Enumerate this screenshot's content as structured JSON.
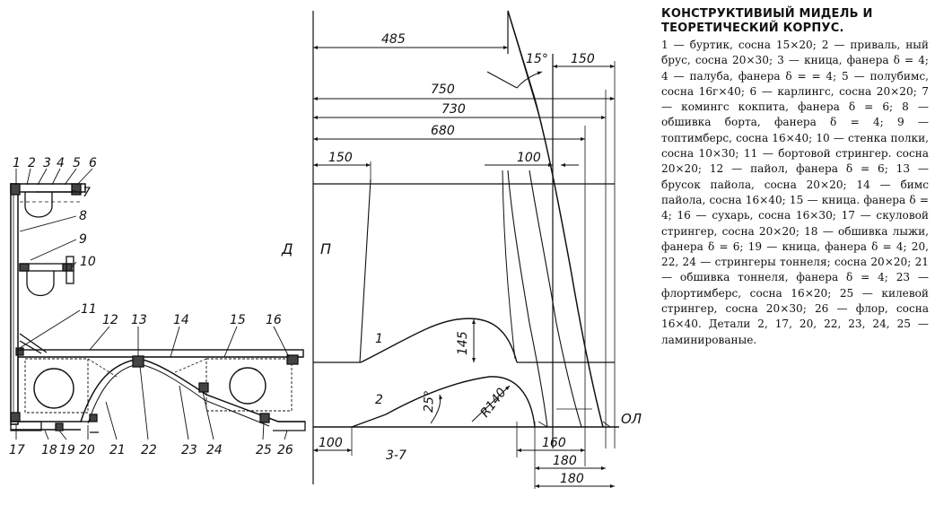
{
  "caption": {
    "title_line1": "КОНСТРУКТИВИЫЙ МИДЕЛЬ И",
    "title_line2": "ТЕОРЕТИЧЕСКИЙ КОРПУС.",
    "text": "1 — буртик, сосна 15×20; 2 — приваль, ный брус, сосна 20×30; 3 — кница, фанера δ = 4; 4 — палуба, фанера δ = = 4; 5 — полубимс, сосна 16г×40; 6 — карлингс, сосна 20×20; 7 — комингс кокпита, фанера δ = 6; 8 — обшивка борта, фанера δ = 4; 9 — топтимберс, сосна 16×40; 10 — стенка полки, сосна 10×30; 11 — бортовой стрингер. сосна 20×20; 12 — пайол, фанера δ = 6; 13 — брусок пайола, сосна 20×20; 14 — бимс пайола, сосна 16×40; 15 — кница. фанера δ = 4; 16 — сухарь, сосна 16×30; 17 — скуловой стрингер, сосна 20×20; 18 — обшивка лыжи, фанера δ = 6; 19 — кница, фанера δ = 4; 20, 22, 24 — стрингеры тоннеля; сосна 20×20; 21 — обшивка тоннеля, фанера δ = 4; 23 — флортимберс, сосна 16×20; 25 — килевой стрингер, сосна 20×30; 26 — флор, сосна 16×40. Детали 2, 17, 20, 22, 23, 24, 25 — ламинированые."
  },
  "midship_labels": {
    "top": [
      "1",
      "2",
      "3",
      "4",
      "5",
      "6"
    ],
    "right": [
      "7",
      "8",
      "9",
      "10",
      "11"
    ],
    "inner": [
      "12",
      "13",
      "14",
      "15",
      "16"
    ],
    "bottom": [
      "17",
      "18",
      "19",
      "20",
      "21",
      "22",
      "23",
      "24",
      "25",
      "26"
    ]
  },
  "body_plan": {
    "dimensions": {
      "d485": "485",
      "d150_top": "150",
      "d750": "750",
      "d730": "730",
      "d680": "680",
      "d150_left": "150",
      "d100_upper": "100",
      "d145": "145",
      "r140": "R140",
      "d100_lower": "100",
      "d160": "160",
      "d180_upper": "180",
      "d180_lower": "180"
    },
    "angles": {
      "a15": "15°",
      "a25": "25°"
    },
    "labels": {
      "d": "Д",
      "p": "П",
      "curve1": "1",
      "curve2": "2",
      "range37": "3-7",
      "ol": "ОЛ"
    }
  }
}
